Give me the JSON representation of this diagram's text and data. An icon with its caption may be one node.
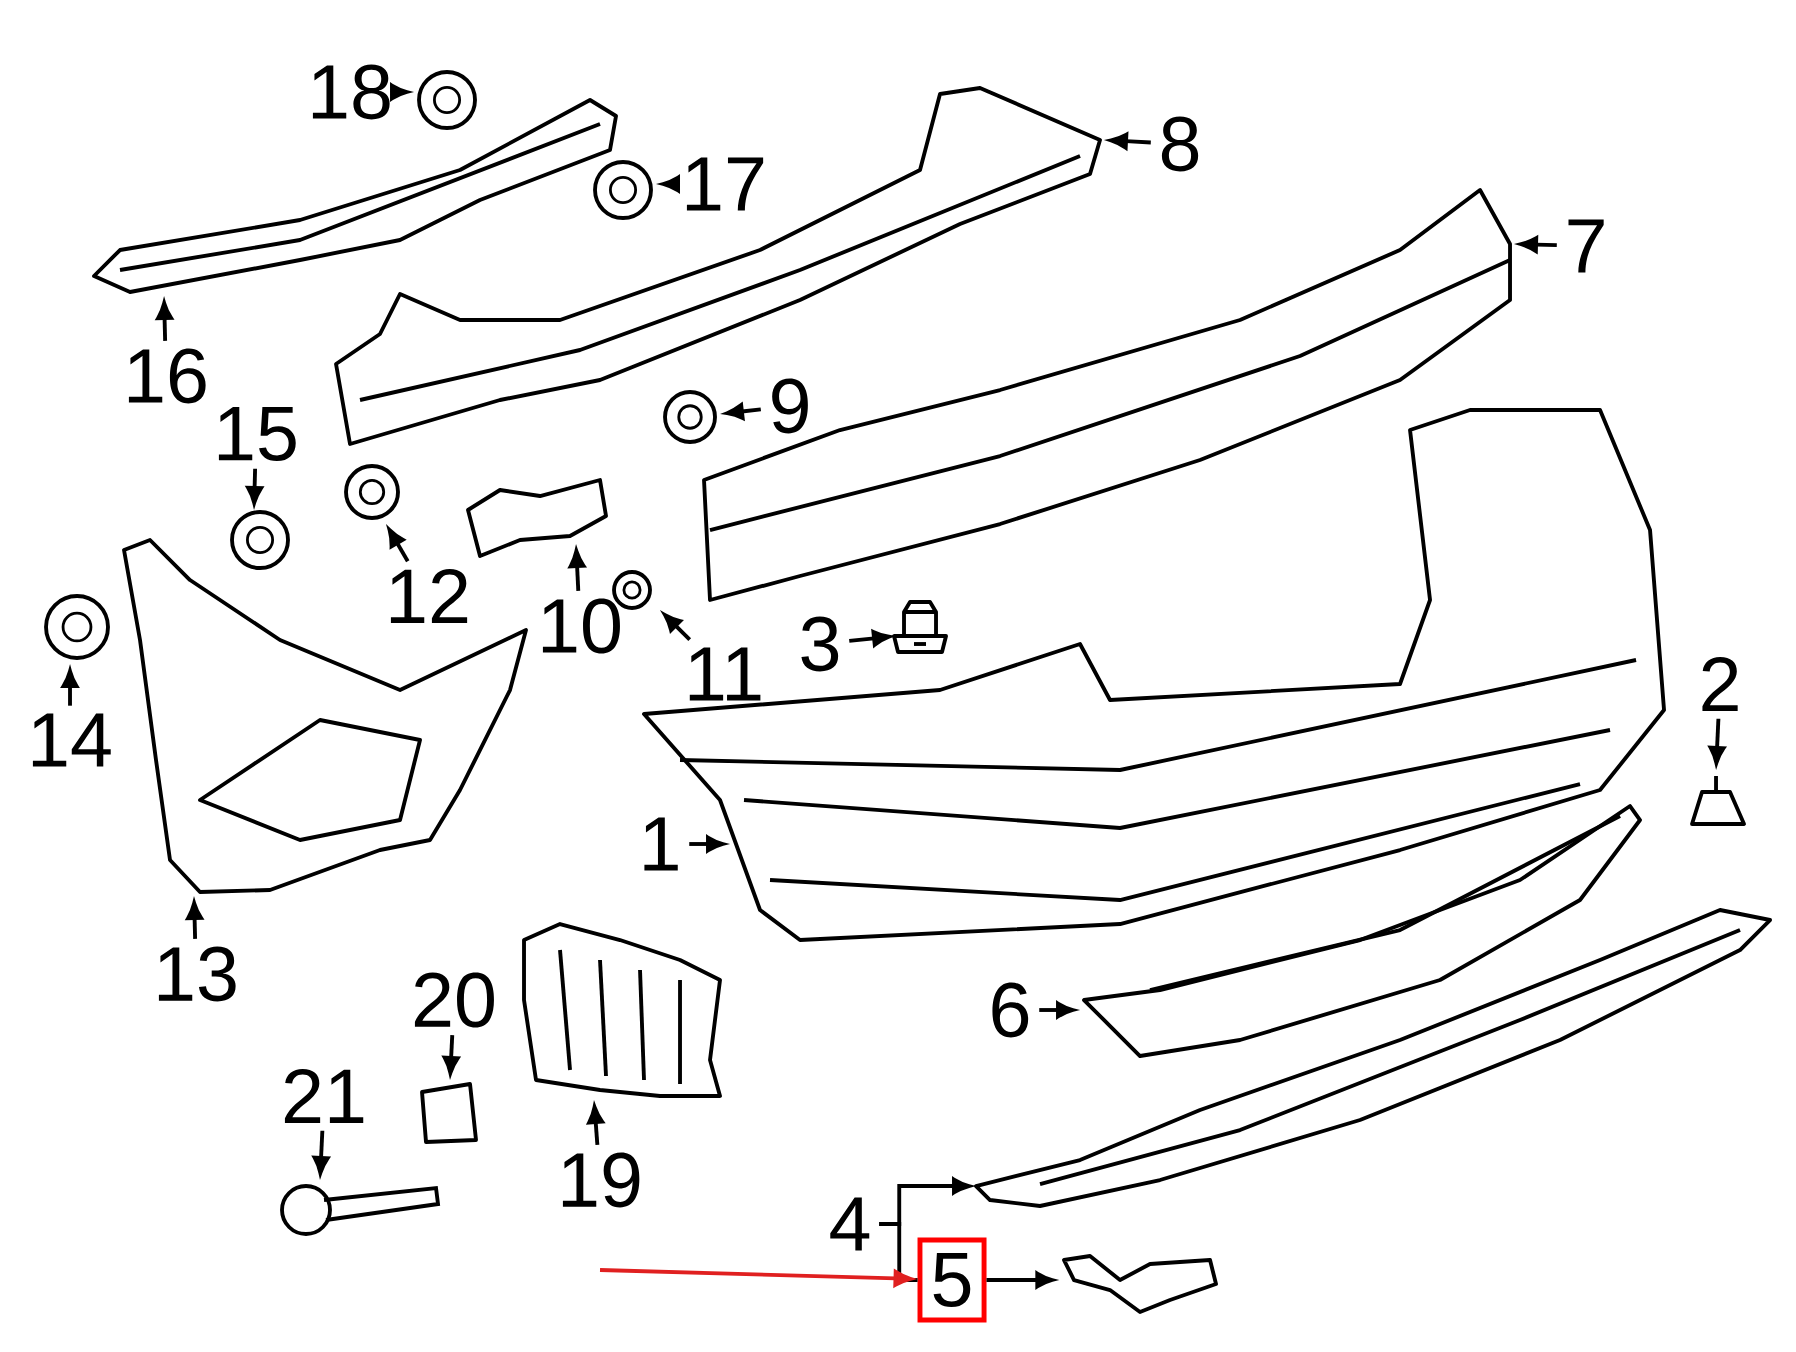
{
  "diagram": {
    "nodes": [
      {
        "text": [
          "1"
        ]
      },
      {
        "text": [
          "2"
        ]
      },
      {
        "text": [
          "3"
        ]
      },
      {
        "text": [
          "4"
        ]
      },
      {
        "text": [
          "5"
        ]
      },
      {
        "text": [
          "6"
        ]
      },
      {
        "text": [
          "7"
        ]
      },
      {
        "text": [
          "8"
        ]
      },
      {
        "text": [
          "9"
        ]
      },
      {
        "text": [
          "10"
        ]
      },
      {
        "text": [
          "11"
        ]
      },
      {
        "text": [
          "12"
        ]
      },
      {
        "text": [
          "13"
        ]
      },
      {
        "text": [
          "14"
        ]
      },
      {
        "text": [
          "15"
        ]
      },
      {
        "text": [
          "16"
        ]
      },
      {
        "text": [
          "17"
        ]
      },
      {
        "text": [
          "18"
        ]
      },
      {
        "text": [
          "19"
        ]
      },
      {
        "text": [
          "20"
        ]
      },
      {
        "text": [
          "21"
        ]
      },
      {
        "text": [],
        "shape": "picture"
      },
      {
        "text": [],
        "shape": "picture"
      },
      {
        "text": [],
        "shape": "picture"
      },
      {
        "text": [],
        "shape": "picture"
      },
      {
        "text": [],
        "shape": "picture"
      },
      {
        "text": [],
        "shape": "picture"
      },
      {
        "text": [],
        "shape": "picture"
      },
      {
        "text": [],
        "shape": "picture"
      },
      {
        "text": [],
        "shape": "picture"
      },
      {
        "text": [],
        "shape": "picture"
      },
      {
        "text": [],
        "shape": "picture"
      },
      {
        "text": [],
        "shape": "picture"
      },
      {
        "text": [],
        "shape": "picture"
      },
      {
        "text": [],
        "shape": "picture"
      },
      {
        "text": [],
        "shape": "picture"
      },
      {
        "text": [],
        "shape": "picture"
      },
      {
        "text": [],
        "shape": "picture"
      },
      {
        "text": [],
        "shape": "picture"
      },
      {
        "text": [],
        "shape": "picture"
      },
      {
        "text": [],
        "shape": "picture"
      },
      {
        "text": [],
        "shape": "picture"
      }
    ],
    "edges": [
      {
        "from": 0,
        "to": 21,
        "arrow": "to"
      },
      {
        "from": 1,
        "to": 22,
        "arrow": "to"
      },
      {
        "from": 2,
        "to": 23,
        "arrow": "to"
      },
      {
        "from": 3,
        "to": 24,
        "arrow": "to"
      },
      {
        "from": 3,
        "to": 4,
        "arrow": "none"
      },
      {
        "from": 4,
        "to": 25,
        "arrow": "to"
      },
      {
        "from": 5,
        "to": 26,
        "arrow": "to"
      },
      {
        "from": 6,
        "to": 27,
        "arrow": "to"
      },
      {
        "from": 7,
        "to": 28,
        "arrow": "to"
      },
      {
        "from": 8,
        "to": 29,
        "arrow": "to"
      },
      {
        "from": 9,
        "to": 30,
        "arrow": "to"
      },
      {
        "from": 10,
        "to": 31,
        "arrow": "to"
      },
      {
        "from": 11,
        "to": 32,
        "arrow": "to"
      },
      {
        "from": 12,
        "to": 33,
        "arrow": "to"
      },
      {
        "from": 13,
        "to": 34,
        "arrow": "to"
      },
      {
        "from": 14,
        "to": 35,
        "arrow": "to"
      },
      {
        "from": 15,
        "to": 36,
        "arrow": "to"
      },
      {
        "from": 16,
        "to": 37,
        "arrow": "to"
      },
      {
        "from": 17,
        "to": 38,
        "arrow": "to"
      },
      {
        "from": 18,
        "to": 39,
        "arrow": "to"
      },
      {
        "from": 19,
        "to": 40,
        "arrow": "to"
      },
      {
        "from": 20,
        "to": 41,
        "arrow": "to"
      },
      {
        "from": null,
        "to": 4,
        "arrow": "to",
        "color": "#e02020"
      }
    ]
  }
}
